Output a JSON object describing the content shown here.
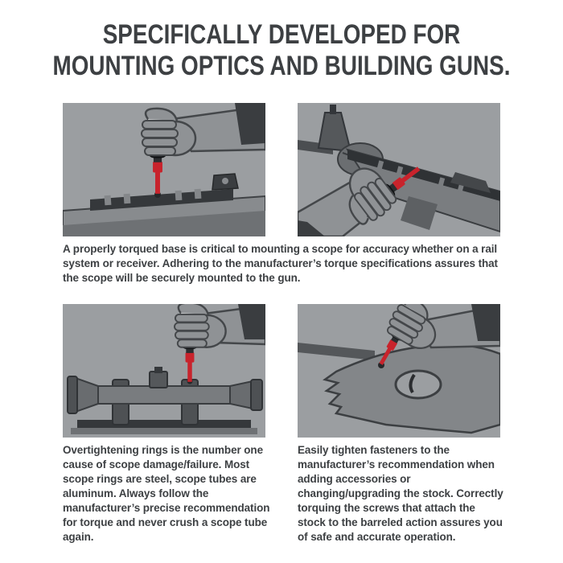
{
  "header": {
    "line1": "SPECIFICALLY DEVELOPED FOR",
    "line2": "MOUNTING OPTICS AND BUILDING GUNS."
  },
  "captions": {
    "top": "A properly torqued base is critical to mounting a scope for accuracy whether on a rail system or receiver. Adhering to the manufacturer’s torque specifications assures that the scope will be securely mounted to the gun.",
    "bottom_left": "Overtightening rings is the number one cause of scope damage/failure. Most scope rings are steel, scope tubes are aluminum. Always follow the manufacturer’s precise recommendation for torque and never crush a scope tube again.",
    "bottom_right": "Easily tighten fasteners to the manufacturer’s recommendation when adding accessories or changing/upgrading the stock. Correctly torquing the screws that attach the stock to the barreled action assures you of safe and accurate operation."
  },
  "panels": [
    {
      "name": "torquing-scope-base"
    },
    {
      "name": "torquing-receiver-rail-mount"
    },
    {
      "name": "torquing-scope-rings"
    },
    {
      "name": "torquing-stock-action-screws"
    }
  ],
  "colors": {
    "heading_text": "#3d4043",
    "body_text": "#3d4043",
    "panel_background": "#9b9ea1",
    "accent_red": "#c8232c",
    "page_background": "#ffffff"
  }
}
